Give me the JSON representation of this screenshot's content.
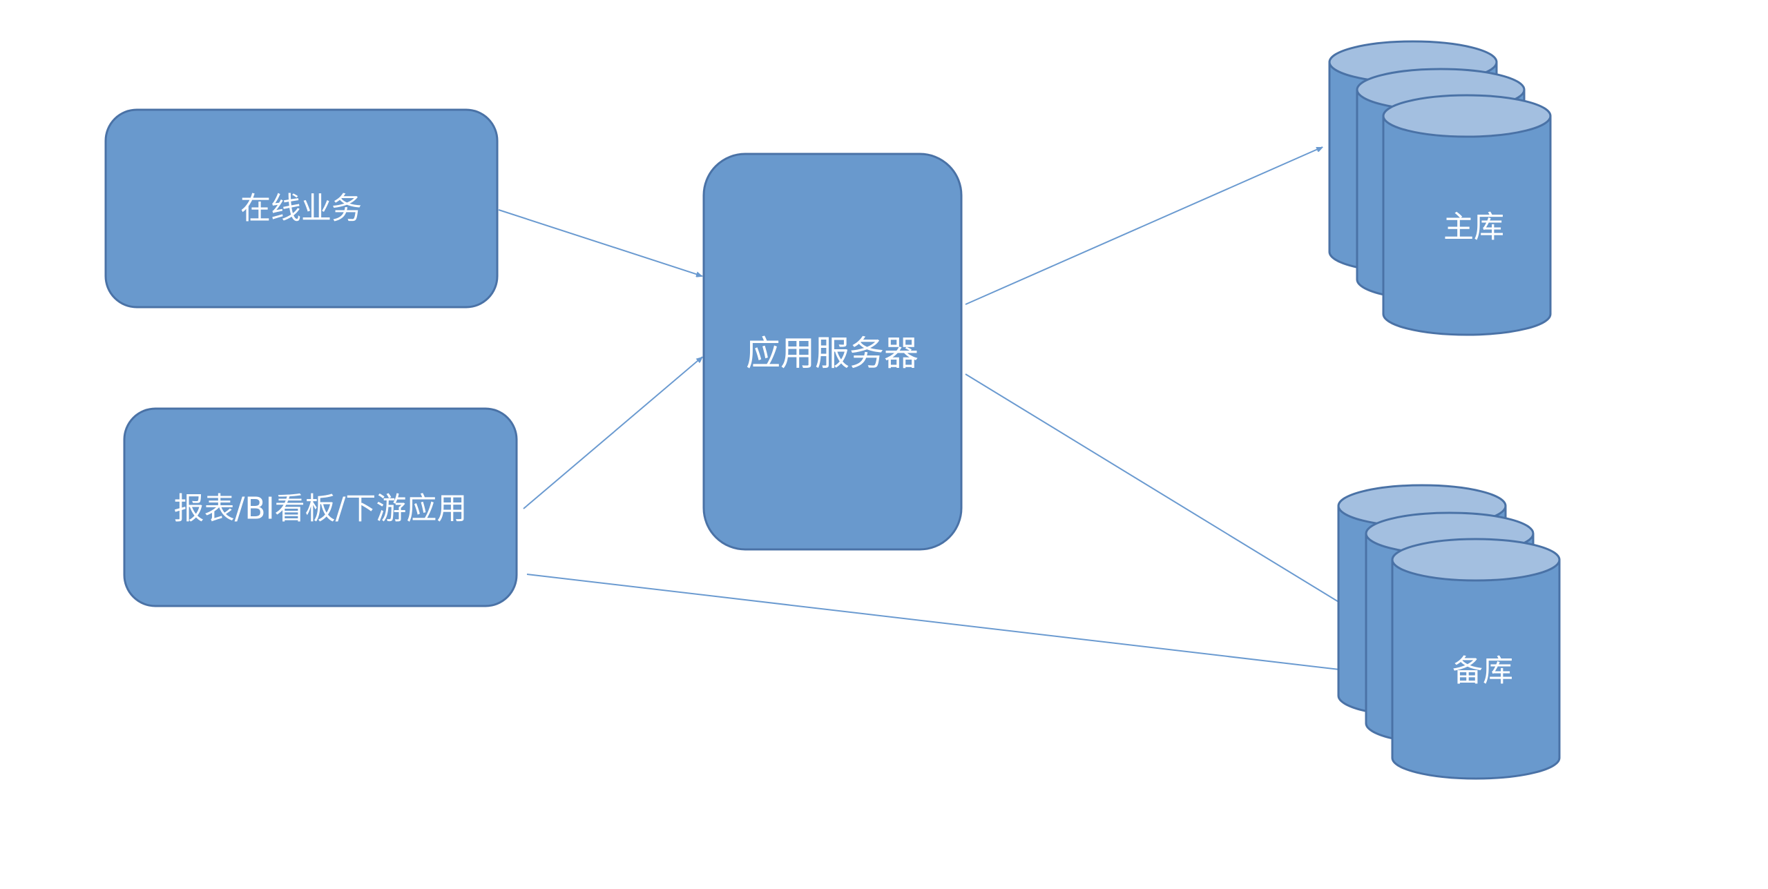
{
  "nodes": {
    "online_business": "在线业务",
    "reports": "报表/BI看板/下游应用",
    "app_server": "应用服务器",
    "primary_db": "主库",
    "standby_db": "备库"
  },
  "colors": {
    "fill": "#6999cd",
    "stroke": "#4a72a6",
    "cylinder_top": "#a3bfe0",
    "arrow": "#6a9ad0"
  }
}
